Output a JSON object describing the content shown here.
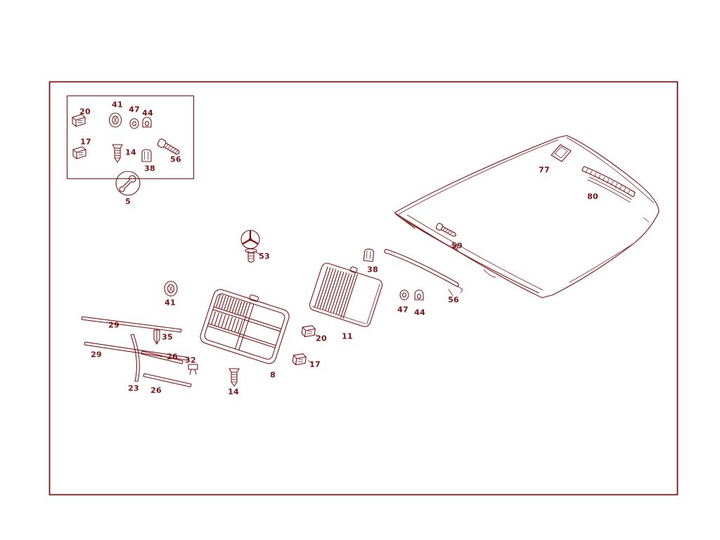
{
  "diagram": {
    "line_color": "#7c1214",
    "bg_color": "#ffffff"
  },
  "part_labels": {
    "box_clip_20": "20",
    "box_grommet_41": "41",
    "box_washer_47": "47",
    "box_nut_44": "44",
    "box_clip_17": "17",
    "box_screw_14": "14",
    "box_clip_38": "38",
    "box_bolt_56": "56",
    "tool_5": "5",
    "star_53": "53",
    "clip_38": "38",
    "screw_59": "59",
    "hinge_77": "77",
    "vent_80": "80",
    "strip_56": "56",
    "washer_47": "47",
    "nut_44": "44",
    "grommet_41": "41",
    "strip_29_upper": "29",
    "strip_29_lower": "29",
    "clip_35": "35",
    "strip_26_upper": "26",
    "clip_32": "32",
    "strip_23": "23",
    "strip_26_lower": "26",
    "clip_20": "20",
    "clip_17": "17",
    "screw_14": "14",
    "grille_8": "8",
    "insert_11": "11"
  }
}
